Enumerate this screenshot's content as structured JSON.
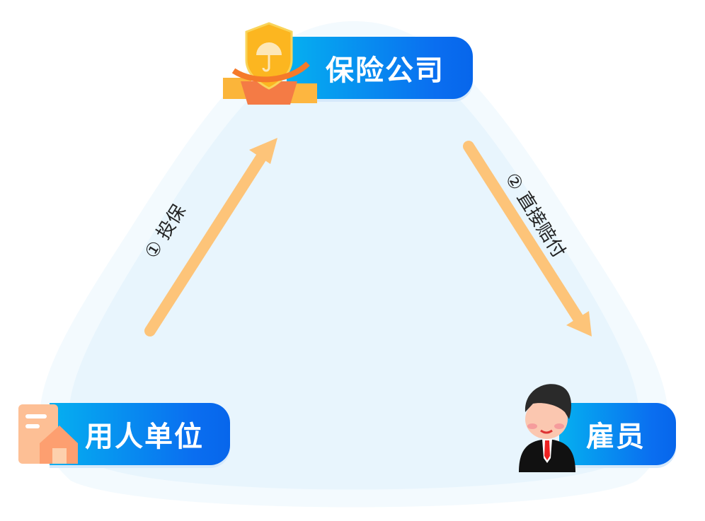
{
  "nodes": {
    "insurer": "保险公司",
    "employer": "用人单位",
    "employee": "雇员"
  },
  "edges": [
    {
      "step": "①",
      "label": "投保"
    },
    {
      "step": "②",
      "label": "直接赔付"
    }
  ],
  "colors": {
    "arrow": "#fdc479",
    "pill_start": "#05b0f0",
    "pill_end": "#0766eb",
    "background": "#eaf6fd"
  }
}
